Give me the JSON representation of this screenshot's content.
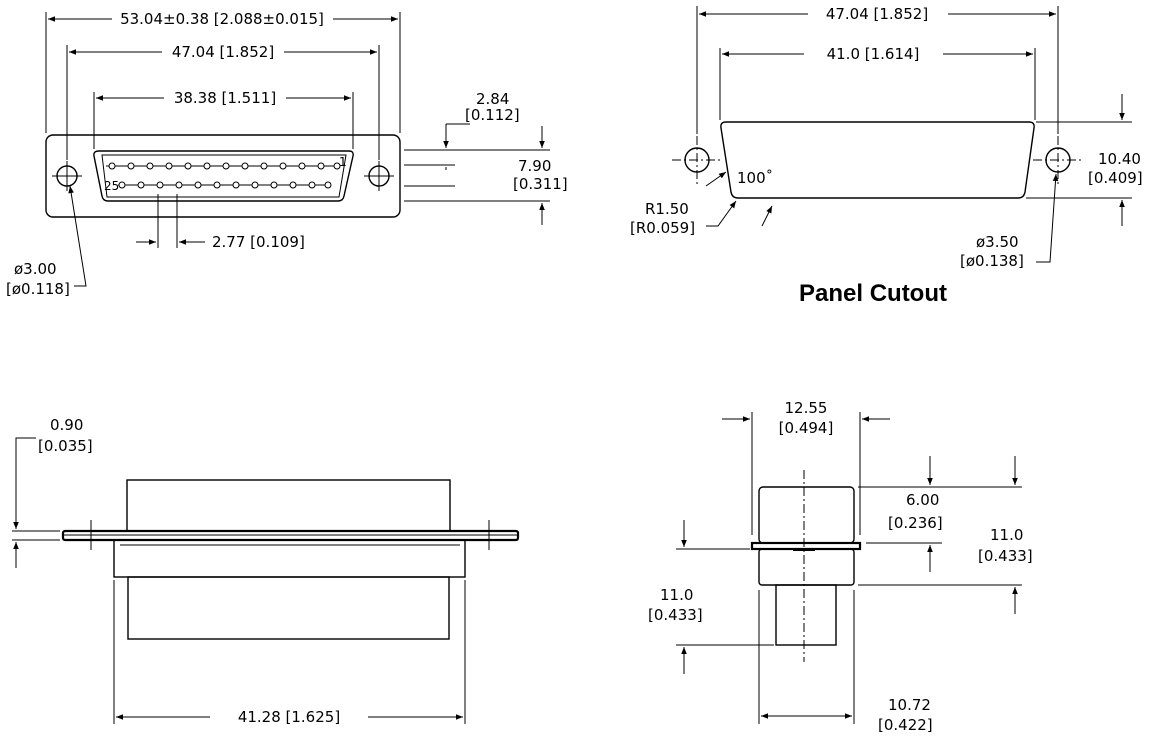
{
  "front_view": {
    "dims": {
      "overall_width": "53.04±0.38 [2.088±0.015]",
      "mount_hole_spacing": "47.04 [1.852]",
      "shell_width": "38.38 [1.511]",
      "flange_height_mm": "2.84",
      "flange_height_in": "[0.112]",
      "shell_height_mm": "7.90",
      "shell_height_in": "[0.311]",
      "pin_pitch": "2.77 [0.109]",
      "hole_dia_mm": "ø3.00",
      "hole_dia_in": "[ø0.118]"
    },
    "pin_labels": {
      "first": "1",
      "last": "25"
    }
  },
  "panel_cutout": {
    "title": "Panel Cutout",
    "dims": {
      "hole_spacing": "47.04 [1.852]",
      "cutout_width": "41.0 [1.614]",
      "cutout_height_mm": "10.40",
      "cutout_height_in": "[0.409]",
      "angle": "100˚",
      "radius_mm": "R1.50",
      "radius_in": "[R0.059]",
      "hole_dia_mm": "ø3.50",
      "hole_dia_in": "[ø0.138]"
    }
  },
  "side_view": {
    "dims": {
      "flange_thickness_mm": "0.90",
      "flange_thickness_in": "[0.035]",
      "body_width": "41.28 [1.625]"
    }
  },
  "end_view": {
    "dims": {
      "top_width_mm": "12.55",
      "top_width_in": "[0.494]",
      "top_height_mm": "6.00",
      "top_height_in": "[0.236]",
      "right_height_mm": "11.0",
      "right_height_in": "[0.433]",
      "left_height_mm": "11.0",
      "left_height_in": "[0.433]",
      "bottom_width_mm": "10.72",
      "bottom_width_in": "[0.422]"
    }
  }
}
